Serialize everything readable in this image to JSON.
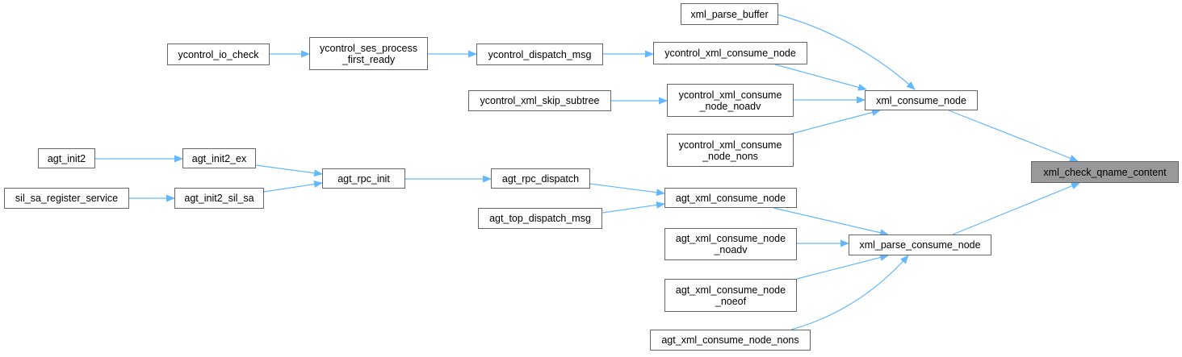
{
  "colors": {
    "edge": "#63b8ff",
    "node_border": "#666666",
    "current_fill": "#999999"
  },
  "nodes": {
    "xml_check_qname_content": "xml_check_qname_content",
    "xml_consume_node": "xml_consume_node",
    "xml_parse_consume_node": "xml_parse_consume_node",
    "xml_parse_buffer": "xml_parse_buffer",
    "ycontrol_xml_consume_node": "ycontrol_xml_consume_node",
    "ycontrol_xml_consume_node_noadv": "ycontrol_xml_consume\n_node_noadv",
    "ycontrol_xml_consume_node_nons": "ycontrol_xml_consume\n_node_nons",
    "ycontrol_xml_skip_subtree": "ycontrol_xml_skip_subtree",
    "ycontrol_dispatch_msg": "ycontrol_dispatch_msg",
    "ycontrol_ses_process_first_ready": "ycontrol_ses_process\n_first_ready",
    "ycontrol_io_check": "ycontrol_io_check",
    "agt_xml_consume_node": "agt_xml_consume_node",
    "agt_xml_consume_node_noadv": "agt_xml_consume_node\n_noadv",
    "agt_xml_consume_node_noeof": "agt_xml_consume_node\n_noeof",
    "agt_xml_consume_node_nons": "agt_xml_consume_node_nons",
    "agt_rpc_dispatch": "agt_rpc_dispatch",
    "agt_top_dispatch_msg": "agt_top_dispatch_msg",
    "agt_rpc_init": "agt_rpc_init",
    "agt_init2_ex": "agt_init2_ex",
    "agt_init2_sil_sa": "agt_init2_sil_sa",
    "agt_init2": "agt_init2",
    "sil_sa_register_service": "sil_sa_register_service"
  },
  "current": "xml_check_qname_content",
  "edges": [
    [
      "ycontrol_io_check",
      "ycontrol_ses_process_first_ready"
    ],
    [
      "ycontrol_ses_process_first_ready",
      "ycontrol_dispatch_msg"
    ],
    [
      "ycontrol_dispatch_msg",
      "ycontrol_xml_consume_node"
    ],
    [
      "ycontrol_xml_consume_node",
      "xml_consume_node"
    ],
    [
      "xml_parse_buffer",
      "xml_consume_node"
    ],
    [
      "ycontrol_xml_consume_node_noadv",
      "xml_consume_node"
    ],
    [
      "ycontrol_xml_consume_node_nons",
      "xml_consume_node"
    ],
    [
      "ycontrol_xml_skip_subtree",
      "ycontrol_xml_consume_node_noadv"
    ],
    [
      "xml_consume_node",
      "xml_check_qname_content"
    ],
    [
      "agt_init2",
      "agt_init2_ex"
    ],
    [
      "agt_init2_ex",
      "agt_rpc_init"
    ],
    [
      "sil_sa_register_service",
      "agt_init2_sil_sa"
    ],
    [
      "agt_init2_sil_sa",
      "agt_rpc_init"
    ],
    [
      "agt_rpc_init",
      "agt_rpc_dispatch"
    ],
    [
      "agt_rpc_dispatch",
      "agt_xml_consume_node"
    ],
    [
      "agt_top_dispatch_msg",
      "agt_xml_consume_node"
    ],
    [
      "agt_xml_consume_node",
      "xml_parse_consume_node"
    ],
    [
      "agt_xml_consume_node_noadv",
      "xml_parse_consume_node"
    ],
    [
      "agt_xml_consume_node_noeof",
      "xml_parse_consume_node"
    ],
    [
      "agt_xml_consume_node_nons",
      "xml_parse_consume_node"
    ],
    [
      "xml_parse_consume_node",
      "xml_check_qname_content"
    ]
  ]
}
